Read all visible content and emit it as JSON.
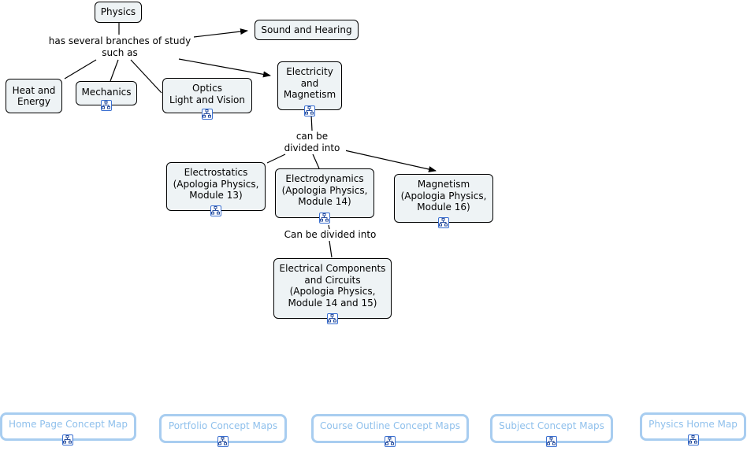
{
  "concepts": {
    "physics": "Physics",
    "sound": "Sound and Hearing",
    "heat": "Heat and\nEnergy",
    "mechanics": "Mechanics",
    "optics": "Optics\nLight and Vision",
    "electricity": "Electricity\nand\nMagnetism",
    "electrostatics": "Electrostatics\n(Apologia Physics,\nModule 13)",
    "electrodynamics": "Electrodynamics\n(Apologia Physics,\nModule 14)",
    "magnetism": "Magnetism\n(Apologia Physics,\nModule 16)",
    "components": "Electrical Components\nand Circuits\n(Apologia Physics,\nModule 14 and 15)"
  },
  "linking_phrases": {
    "branches": "has several branches of study\nsuch as",
    "divided": "can be\ndivided into",
    "divided2": "Can be divided into"
  },
  "navigation": {
    "home": "Home Page Concept Map",
    "portfolio": "Portfolio Concept Maps",
    "course": "Course Outline Concept Maps",
    "subject": "Subject Concept Maps",
    "physics_home": "Physics Home Map"
  },
  "icons": {
    "submap": "concept-map-icon"
  },
  "colors": {
    "node_fill": "#eef3f5",
    "nav_border": "#a8cdf0",
    "nav_text": "#8fc0ec",
    "icon_border": "#3a6fd1"
  }
}
